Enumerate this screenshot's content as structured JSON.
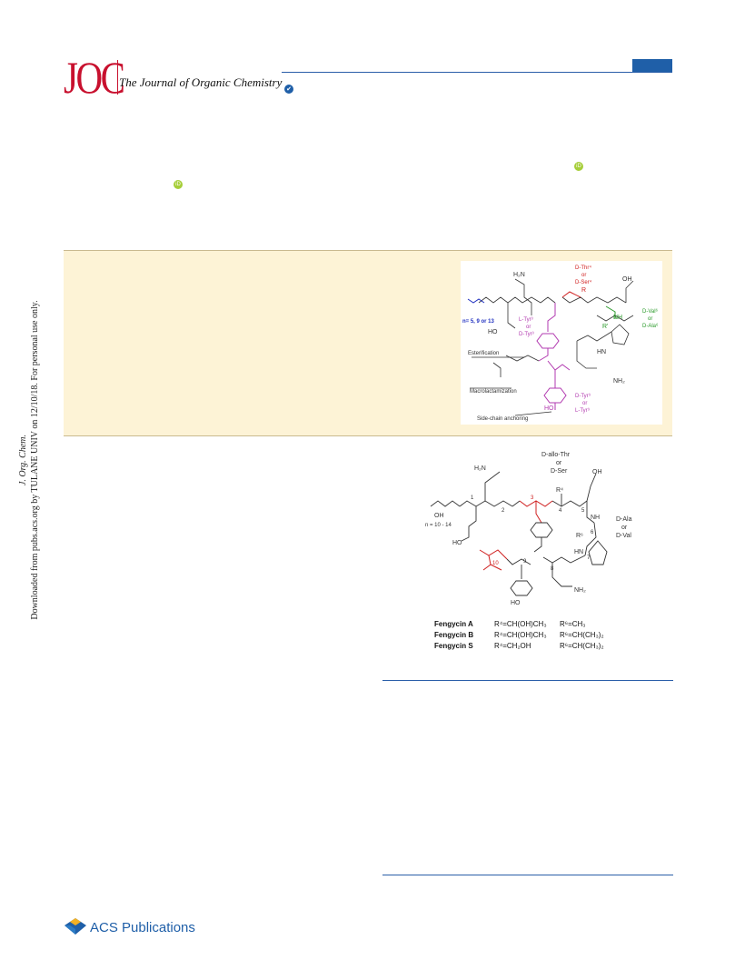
{
  "header": {
    "logo_text": "JOC",
    "journal_name": "The Journal of Organic Chemistry"
  },
  "colors": {
    "brand_red": "#c8102e",
    "brand_blue": "#1f5fa8",
    "abstract_bg": "#fdf3d6",
    "orcid_green": "#a6ce39"
  },
  "side_note": {
    "line1": "J. Org. Chem.",
    "line2": "Downloaded from pubs.acs.org by TULANE UNIV on 12/10/18. For personal use only."
  },
  "orcid_marks": [
    "iD",
    "iD"
  ],
  "toc_graphic": {
    "labels": {
      "h2n": "H₂N",
      "oh": "OH",
      "thr": "D-Thr⁴",
      "or1": "or",
      "ser": "D-Ser⁴",
      "r": "R",
      "val": "D-Val⁶",
      "or2": "or",
      "ala": "D-Ala⁶",
      "rprime": "R'",
      "nh": "NH",
      "n_values": "n= 5, 9 or 13",
      "ltyr": "L-Tyr³",
      "or3": "or",
      "dtyr": "D-Tyr³",
      "ho": "HO",
      "hn": "HN",
      "esterification": "Esterification",
      "macrolactamization": "Macrolactamization",
      "dtyr9": "D-Tyr⁹",
      "or4": "or",
      "ltyr9": "L-Tyr⁹",
      "nh2": "NH₂",
      "ho2": "HO",
      "side_chain": "Side-chain anchoring"
    }
  },
  "figure1": {
    "labels": {
      "dallothr": "D-allo-Thr",
      "or1": "or",
      "dser": "D-Ser",
      "r4": "R⁴",
      "h2n": "H₂N",
      "oh": "OH",
      "oh_chain": "OH",
      "n_range": "n = 10 - 14",
      "hooc": "HO",
      "dala": "D-Ala",
      "or2": "or",
      "dval": "D-Val",
      "r6": "R⁶",
      "nh": "NH",
      "hn": "HN",
      "nh2": "NH₂",
      "ho_tyr": "HO",
      "res1": "1",
      "res2": "2",
      "res3": "3",
      "res4": "4",
      "res5": "5",
      "res6": "6",
      "res7": "7",
      "res8": "8",
      "res9": "9",
      "res10": "10"
    },
    "variants": [
      {
        "name": "Fengycin A",
        "r4": "R⁴=CH(OH)CH₃",
        "r6": "R⁶=CH₃"
      },
      {
        "name": "Fengycin B",
        "r4": "R⁴=CH(OH)CH₃",
        "r6": "R⁶=CH(CH₃)₂"
      },
      {
        "name": "Fengycin S",
        "r4": "R⁴=CH₂OH",
        "r6": "R⁶=CH(CH₃)₂"
      }
    ]
  },
  "footer": {
    "publisher": "ACS Publications"
  }
}
